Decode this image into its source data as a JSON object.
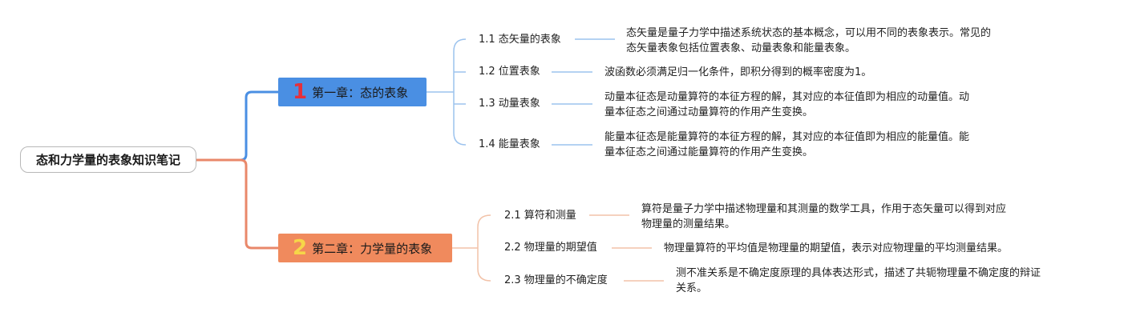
{
  "root": {
    "label": "态和力学量的表象知识笔记"
  },
  "chapters": [
    {
      "num": "1",
      "label": "第一章：态的表象",
      "num_color": "#e5303b",
      "bg": "#4a8fe3",
      "line": "#4a8fe3",
      "leaf_line": "#9cc3ee",
      "items": [
        {
          "label": "1.1 态矢量的表象",
          "desc": "态矢量是量子力学中描述系统状态的基本概念，可以用不同的表象表示。常见的\n态矢量表象包括位置表象、动量表象和能量表象。"
        },
        {
          "label": "1.2 位置表象",
          "desc": "波函数必须满足归一化条件，即积分得到的概率密度为1。"
        },
        {
          "label": "1.3 动量表象",
          "desc": "动量本征态是动量算符的本征方程的解，其对应的本征值即为相应的动量值。动\n量本征态之间通过动量算符的作用产生变换。"
        },
        {
          "label": "1.4 能量表象",
          "desc": "能量本征态是能量算符的本征方程的解，其对应的本征值即为相应的能量值。能\n量本征态之间通过能量算符的作用产生变换。"
        }
      ]
    },
    {
      "num": "2",
      "label": "第二章：力学量的表象",
      "num_color": "#f6d648",
      "bg": "#f08a5d",
      "line": "#e9886a",
      "leaf_line": "#f2c2a8",
      "items": [
        {
          "label": "2.1 算符和测量",
          "desc": "算符是量子力学中描述物理量和其测量的数学工具，作用于态矢量可以得到对应\n物理量的测量结果。"
        },
        {
          "label": "2.2 物理量的期望值",
          "desc": "物理量算符的平均值是物理量的期望值，表示对应物理量的平均测量结果。"
        },
        {
          "label": "2.3 物理量的不确定度",
          "desc": "测不准关系是不确定度原理的具体表达形式，描述了共轭物理量不确定度的辩证\n关系。"
        }
      ]
    }
  ]
}
